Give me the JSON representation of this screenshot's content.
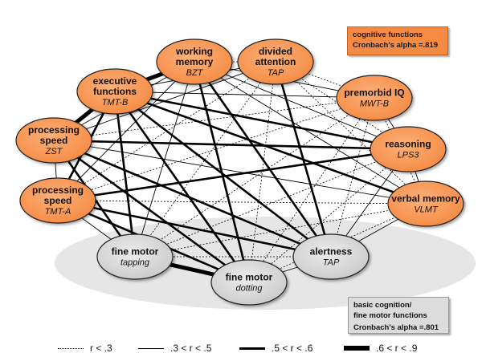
{
  "nodes": [
    {
      "id": "exec",
      "title1": "executive",
      "title2": "functions",
      "sub": "TMT-B",
      "group": "cognitive"
    },
    {
      "id": "wm",
      "title1": "working",
      "title2": "memory",
      "sub": "BZT",
      "group": "cognitive"
    },
    {
      "id": "div",
      "title1": "divided",
      "title2": "attention",
      "sub": "TAP",
      "group": "cognitive"
    },
    {
      "id": "piq",
      "title1": "premorbid IQ",
      "title2": "",
      "sub": "MWT-B",
      "group": "cognitive"
    },
    {
      "id": "ps1",
      "title1": "processing",
      "title2": "speed",
      "sub": "ZST",
      "group": "cognitive"
    },
    {
      "id": "rea",
      "title1": "reasoning",
      "title2": "",
      "sub": "LPS3",
      "group": "cognitive"
    },
    {
      "id": "ps2",
      "title1": "processing",
      "title2": "speed",
      "sub": "TMT-A",
      "group": "cognitive"
    },
    {
      "id": "vm",
      "title1": "verbal memory",
      "title2": "",
      "sub": "VLMT",
      "group": "cognitive"
    },
    {
      "id": "fmt",
      "title1": "fine motor",
      "title2": "",
      "sub": "tapping",
      "group": "basic"
    },
    {
      "id": "ale",
      "title1": "alertness",
      "title2": "",
      "sub": "TAP",
      "group": "basic"
    },
    {
      "id": "fmd",
      "title1": "fine motor",
      "title2": "",
      "sub": "dotting",
      "group": "basic"
    }
  ],
  "edges": [
    {
      "from": "wm",
      "to": "div",
      "strength": "r < .3"
    },
    {
      "from": "exec",
      "to": "wm",
      "strength": ".6 < r < .9"
    },
    {
      "from": "exec",
      "to": "ps1",
      "strength": ".6 < r < .9"
    },
    {
      "from": "ps1",
      "to": "ps2",
      "strength": ".3 < r < .5"
    },
    {
      "from": "ps2",
      "to": "fmt",
      "strength": ".3 < r < .5"
    },
    {
      "from": "fmt",
      "to": "fmd",
      "strength": ".6 < r < .9"
    },
    {
      "from": "fmd",
      "to": "ale",
      "strength": ".3 < r < .5"
    },
    {
      "from": "ale",
      "to": "vm",
      "strength": ".3 < r < .5"
    },
    {
      "from": "vm",
      "to": "rea",
      "strength": ".3 < r < .5"
    },
    {
      "from": "rea",
      "to": "piq",
      "strength": ".3 < r < .5"
    },
    {
      "from": "exec",
      "to": "div",
      "strength": ".3 < r < .5"
    },
    {
      "from": "exec",
      "to": "piq",
      "strength": ".3 < r < .5"
    },
    {
      "from": "exec",
      "to": "rea",
      "strength": ".5 < r < .6"
    },
    {
      "from": "exec",
      "to": "vm",
      "strength": ".5 < r < .6"
    },
    {
      "from": "exec",
      "to": "ps2",
      "strength": ".5 < r < .6"
    },
    {
      "from": "exec",
      "to": "fmt",
      "strength": ".5 < r < .6"
    },
    {
      "from": "exec",
      "to": "fmd",
      "strength": ".5 < r < .6"
    },
    {
      "from": "exec",
      "to": "ale",
      "strength": ".5 < r < .6"
    },
    {
      "from": "wm",
      "to": "piq",
      "strength": ".3 < r < .5"
    },
    {
      "from": "wm",
      "to": "rea",
      "strength": ".3 < r < .5"
    },
    {
      "from": "wm",
      "to": "vm",
      "strength": ".3 < r < .5"
    },
    {
      "from": "wm",
      "to": "ps1",
      "strength": ".3 < r < .5"
    },
    {
      "from": "wm",
      "to": "ps2",
      "strength": ".3 < r < .5"
    },
    {
      "from": "wm",
      "to": "fmt",
      "strength": ".3 < r < .5"
    },
    {
      "from": "wm",
      "to": "fmd",
      "strength": ".5 < r < .6"
    },
    {
      "from": "wm",
      "to": "ale",
      "strength": ".5 < r < .6"
    },
    {
      "from": "div",
      "to": "piq",
      "strength": "r < .3"
    },
    {
      "from": "div",
      "to": "rea",
      "strength": "r < .3"
    },
    {
      "from": "div",
      "to": "vm",
      "strength": "r < .3"
    },
    {
      "from": "div",
      "to": "ps1",
      "strength": ".3 < r < .5"
    },
    {
      "from": "div",
      "to": "ps2",
      "strength": "r < .3"
    },
    {
      "from": "div",
      "to": "fmt",
      "strength": "r < .3"
    },
    {
      "from": "div",
      "to": "fmd",
      "strength": "r < .3"
    },
    {
      "from": "div",
      "to": "ale",
      "strength": ".5 < r < .6"
    },
    {
      "from": "piq",
      "to": "ps1",
      "strength": "r < .3"
    },
    {
      "from": "piq",
      "to": "ps2",
      "strength": "r < .3"
    },
    {
      "from": "piq",
      "to": "vm",
      "strength": "r < .3"
    },
    {
      "from": "piq",
      "to": "fmt",
      "strength": "r < .3"
    },
    {
      "from": "piq",
      "to": "fmd",
      "strength": "r < .3"
    },
    {
      "from": "piq",
      "to": "ale",
      "strength": "r < .3"
    },
    {
      "from": "ps1",
      "to": "rea",
      "strength": ".5 < r < .6"
    },
    {
      "from": "ps1",
      "to": "vm",
      "strength": ".3 < r < .5"
    },
    {
      "from": "ps1",
      "to": "fmt",
      "strength": ".5 < r < .6"
    },
    {
      "from": "ps1",
      "to": "fmd",
      "strength": ".5 < r < .6"
    },
    {
      "from": "ps1",
      "to": "ale",
      "strength": ".5 < r < .6"
    },
    {
      "from": "rea",
      "to": "ps2",
      "strength": ".5 < r < .6"
    },
    {
      "from": "rea",
      "to": "fmt",
      "strength": "r < .3"
    },
    {
      "from": "rea",
      "to": "fmd",
      "strength": "r < .3"
    },
    {
      "from": "rea",
      "to": "ale",
      "strength": ".3 < r < .5"
    },
    {
      "from": "ps2",
      "to": "vm",
      "strength": "r < .3"
    },
    {
      "from": "ps2",
      "to": "fmd",
      "strength": ".5 < r < .6"
    },
    {
      "from": "ps2",
      "to": "ale",
      "strength": ".5 < r < .6"
    },
    {
      "from": "vm",
      "to": "fmt",
      "strength": "r < .3"
    },
    {
      "from": "vm",
      "to": "fmd",
      "strength": "r < .3"
    },
    {
      "from": "fmt",
      "to": "ale",
      "strength": "r < .3"
    }
  ],
  "legend": [
    {
      "label": "r < .3",
      "style": "dotted"
    },
    {
      "label": ".3 < r < .5",
      "style": "thin"
    },
    {
      "label": ".5 < r < .6",
      "style": "thick"
    },
    {
      "label": ".6 < r < .9",
      "style": "heavy"
    }
  ],
  "boxes": {
    "cognitive": {
      "label": "cognitive functions",
      "alpha": "Cronbach's alpha =.819"
    },
    "basic": {
      "label1": "basic cognition/",
      "label2": "fine motor functions",
      "alpha": "Cronbach's alpha =.801"
    }
  },
  "colors": {
    "cognitive_fill": "#f58a42",
    "cognitive_fill_light": "#fbb07a",
    "basic_fill": "#c9c9c9",
    "basic_fill_light": "#ececec",
    "halo": "#e6e6e6"
  }
}
